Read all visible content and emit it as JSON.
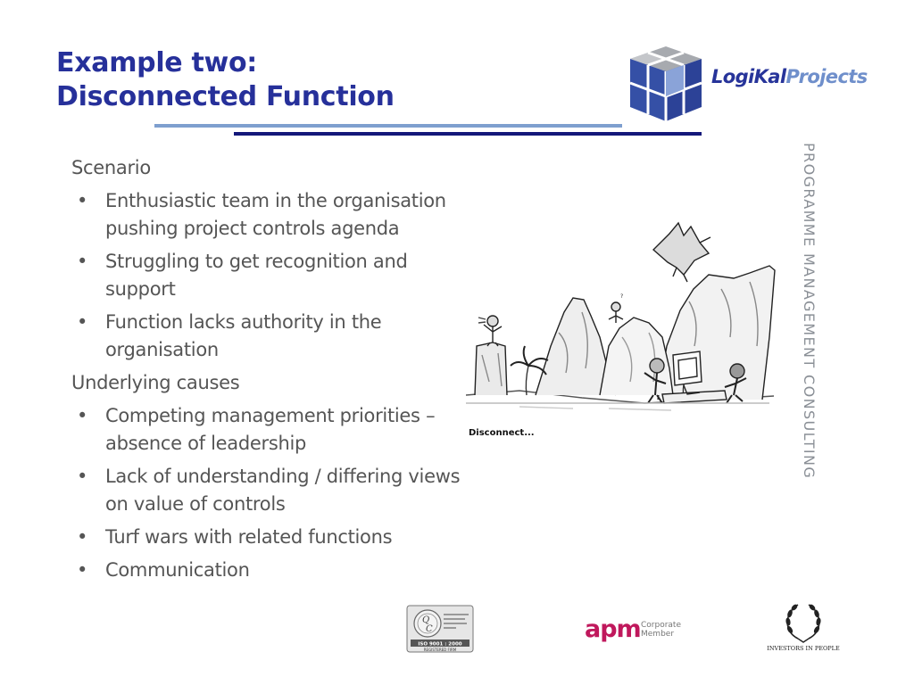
{
  "slide": {
    "title_line1": "Example two:",
    "title_line2": "Disconnected Function"
  },
  "logo": {
    "part1": "LogiKal",
    "part2": "Projects"
  },
  "body": {
    "scenario_heading": "Scenario",
    "scenario_items": [
      "Enthusiastic team in the organisation pushing project controls agenda",
      "Struggling to get recognition and support",
      "Function lacks authority in the organisation"
    ],
    "causes_heading": "Underlying causes",
    "causes_items": [
      "Competing management priorities – absence of leadership",
      "Lack of understanding / differing views on value of controls",
      "Turf wars with related functions",
      "Communication"
    ]
  },
  "image": {
    "caption": "Disconnect..."
  },
  "sidebar": {
    "vertical_text": "PROGRAMME  MANAGEMENT  CONSULTING"
  },
  "footer": {
    "iso_text": "ISO 9001 : 2000",
    "iso_sub": "REGISTERED FIRM",
    "apm_mark": "apm",
    "apm_line1": "Corporate",
    "apm_line2": "Member",
    "iip_text": "INVESTORS IN PEOPLE"
  },
  "colors": {
    "title": "#26309a",
    "body_text": "#555555",
    "rule_light": "#7e9fcf",
    "rule_dark": "#14187a",
    "apm": "#c0185c"
  }
}
